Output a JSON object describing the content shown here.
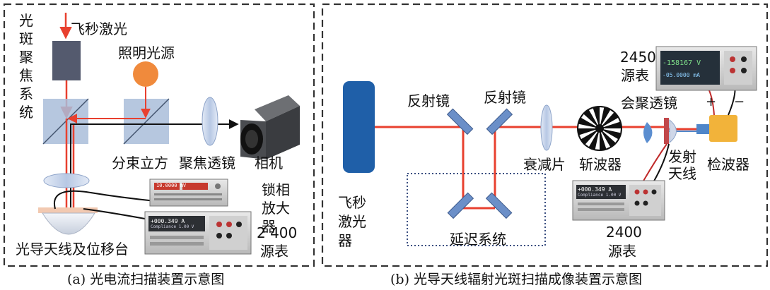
{
  "colors": {
    "beam": "#e8402f",
    "laser_box": "#1f5fa8",
    "mirror": "#6b8fc8",
    "lens": "#c9d6ec",
    "cube": "#a9bdd9",
    "lamp": "#f08a3c",
    "detector": "#f2b33a",
    "dashed_frame": "#333333",
    "delay_frame": "#3a4e80"
  },
  "panel_a": {
    "caption": "(a) 光电流扫描装置示意图",
    "vertical_label": "光斑聚焦系统",
    "femto_laser": "飞秒激光",
    "illumination_source": "照明光源",
    "beam_splitter_cube": "分束立方",
    "focusing_lens": "聚焦透镜",
    "camera": "相机",
    "lockin_amplifier": "锁相放大器",
    "source_meter_model": "2 400",
    "source_meter": "源表",
    "antenna_stage": "光导天线及位移台",
    "lockin_screen": "10.0000 mV",
    "sm_screen_main": "+000.349 A",
    "sm_screen_sub": "Compliance 1.00 V"
  },
  "panel_b": {
    "caption": "(b) 光导天线辐射光斑扫描成像装置示意图",
    "femto_laser": "飞秒激光器",
    "mirror_1": "反射镜",
    "mirror_2": "反射镜",
    "attenuator": "衰减片",
    "chopper": "斩波器",
    "converging_lens": "会聚透镜",
    "emitting_antenna": "发射天线",
    "detector": "检波器",
    "delay_system": "延迟系统",
    "sm2450_model": "2450",
    "sm2450_label": "源表",
    "sm2450_voltage": "-158167 V",
    "sm2450_current": "-05.0000 mA",
    "sm2400_model": "2400",
    "sm2400_label": "源表",
    "sm2400_screen_main": "+000.349 A",
    "sm2400_screen_sub": "Compliance 1.00 V",
    "plus_sign": "+",
    "minus_sign": "−"
  }
}
